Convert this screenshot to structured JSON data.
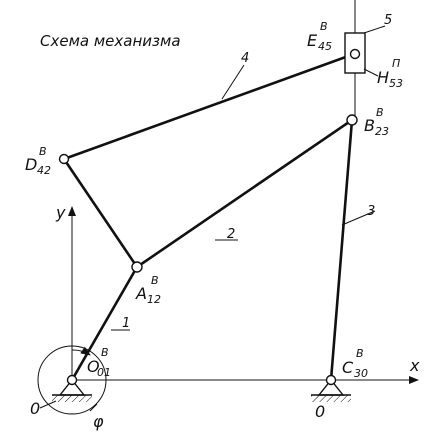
{
  "title": "Схема механизма",
  "axes": {
    "y_label": "y",
    "x_label": "x"
  },
  "labels": {
    "O01": {
      "main": "O",
      "sup": "B",
      "sub": "01"
    },
    "A12": {
      "main": "A",
      "sup": "B",
      "sub": "12"
    },
    "B23": {
      "main": "B",
      "sup": "B",
      "sub": "23"
    },
    "C30": {
      "main": "C",
      "sup": "B",
      "sub": "30"
    },
    "D42": {
      "main": "D",
      "sup": "B",
      "sub": "42"
    },
    "E45": {
      "main": "E",
      "sup": "B",
      "sub": "45"
    },
    "H53": {
      "main": "H",
      "sup": "П",
      "sub": "53"
    }
  },
  "link_numbers": {
    "link1": "1",
    "link2": "2",
    "link3": "3",
    "link4": "4",
    "link5": "5"
  },
  "ground_labels": {
    "left": "0",
    "right": "0"
  },
  "angle_label": "φ"
}
